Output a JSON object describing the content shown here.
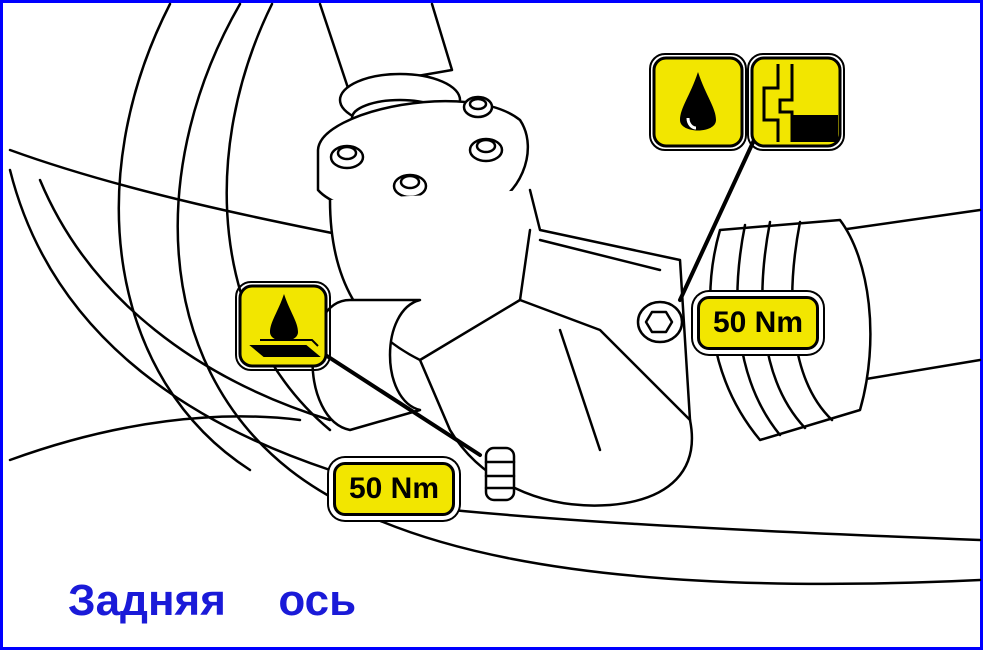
{
  "diagram": {
    "caption": "Задняя  ось",
    "labels": {
      "upper_torque": "50 Nm",
      "lower_torque": "50 Nm"
    },
    "icons": {
      "oil_drop": "oil-drop-icon",
      "oil_level": "oil-level-icon",
      "oil_drain": "oil-drain-icon"
    },
    "colors": {
      "label_fill": "#f2e600",
      "caption": "#1a1ad8",
      "frame": "#0000ff",
      "line_art": "#000000"
    }
  }
}
